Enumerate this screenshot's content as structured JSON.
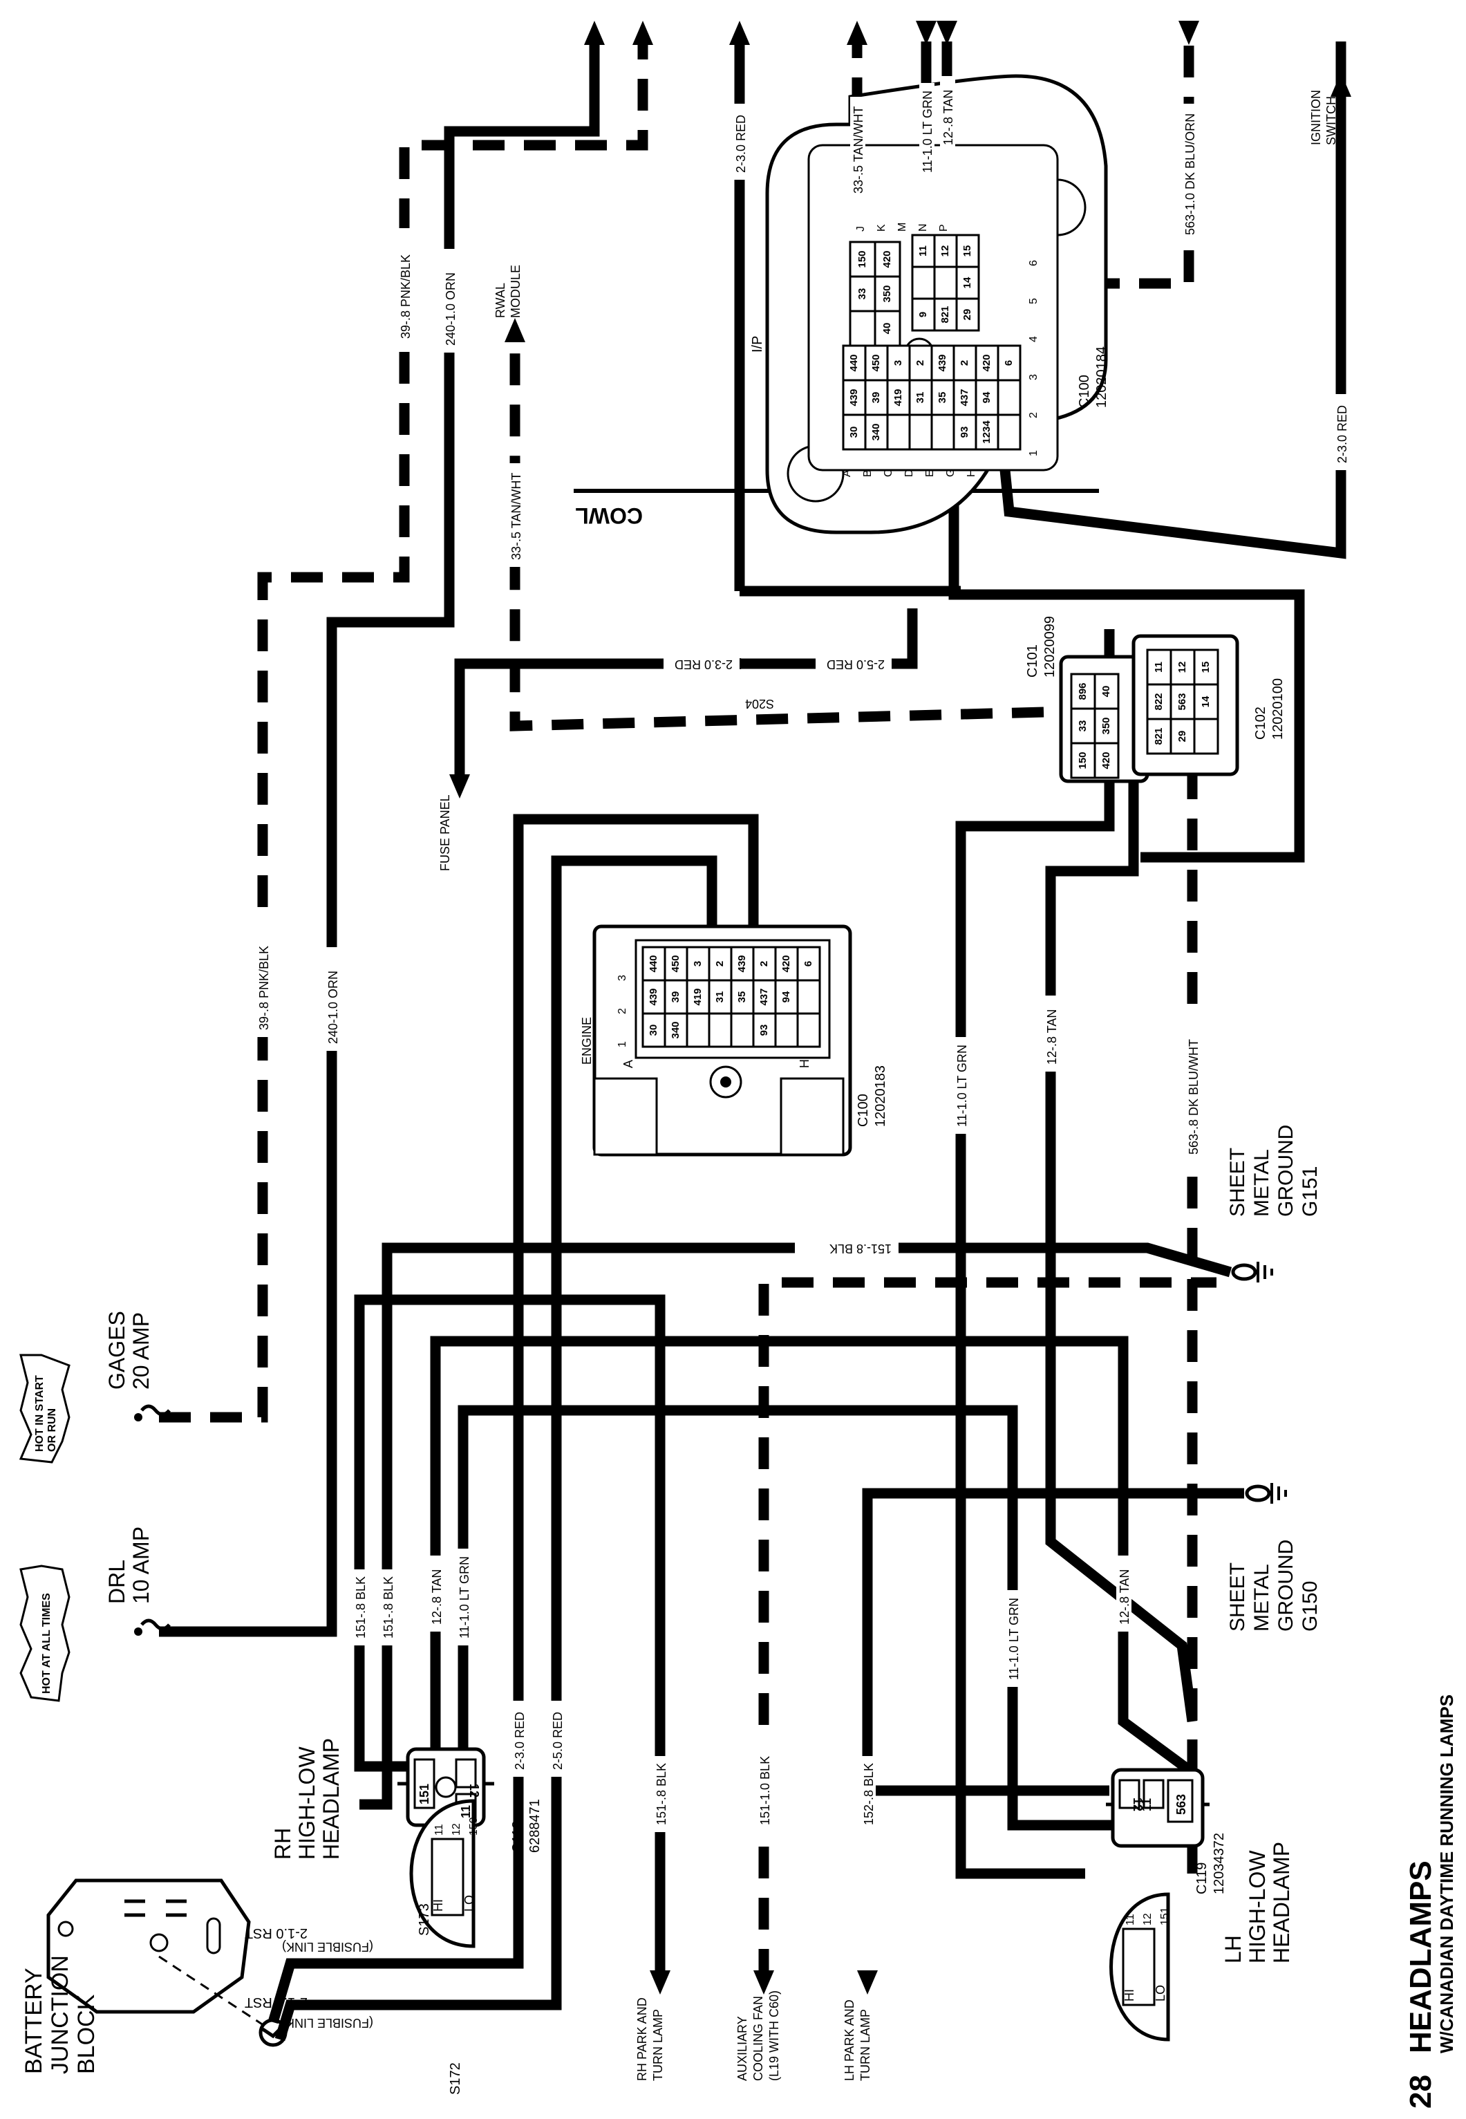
{
  "page": {
    "page_number": "28",
    "title": "HEADLAMPS",
    "subtitle": "W/CANADIAN DAYTIME RUNNING LAMPS"
  },
  "fuses": {
    "drl": {
      "badge": "HOT AT ALL TIMES",
      "name": "DRL",
      "rating": "10 AMP"
    },
    "gages": {
      "badge_line1": "HOT IN START",
      "badge_line2": "OR RUN",
      "name": "GAGES",
      "rating": "20 AMP"
    }
  },
  "battery": {
    "line1": "BATTERY",
    "line2": "JUNCTION",
    "line3": "BLOCK",
    "link1": "2-1.0 RST",
    "link2": "2-1.0 RST",
    "fusible": "(FUSIBLE LINK)",
    "splice1": "S173",
    "splice2": "S172"
  },
  "rh_headlamp": {
    "line1": "RH",
    "line2": "HIGH-LOW",
    "line3": "HEADLAMP",
    "connector": "C118",
    "part": "6288471",
    "pins": [
      "151",
      "12",
      "11"
    ],
    "bulb_hi": "HI",
    "bulb_lo": "LO",
    "bulb_pins": [
      "11",
      "12",
      "150"
    ]
  },
  "lh_headlamp": {
    "line1": "LH",
    "line2": "HIGH-LOW",
    "line3": "HEADLAMP",
    "connector": "C119",
    "part": "12034372",
    "pins": [
      "12",
      "11",
      "563"
    ],
    "bulb_hi": "HI",
    "bulb_lo": "LO",
    "bulb_pins": [
      "11",
      "12",
      "151"
    ]
  },
  "grounds": {
    "g151": {
      "line1": "SHEET",
      "line2": "METAL",
      "line3": "GROUND",
      "line4": "G151"
    },
    "g150": {
      "line1": "SHEET",
      "line2": "METAL",
      "line3": "GROUND",
      "line4": "G150"
    }
  },
  "bottom_labels": {
    "rh_park": [
      "RH PARK AND",
      "TURN LAMP"
    ],
    "aux_fan": [
      "AUXILIARY",
      "COOLING FAN",
      "(L19 WITH C60)"
    ],
    "lh_park": [
      "LH PARK AND",
      "TURN LAMP"
    ]
  },
  "wires": {
    "w240_a": "240-1.0 ORN",
    "w240_b": "240-1.0 ORN",
    "w39_a": "39-.8 PNK/BLK",
    "w39_b": "39-.8 PNK/BLK",
    "w151_top": "151-.8 BLK",
    "w151_a": "151-.8 BLK",
    "w151_b": "151-.8 BLK",
    "w151_c": "151-.8 BLK",
    "w151_fan": "151-1.0 BLK",
    "w152": "152-.8 BLK",
    "w12_a": "12-.8 TAN",
    "w12_b": "12-.8 TAN",
    "w12_c": "12-.8 TAN",
    "w12_d": "12-.8 TAN",
    "w11_a": "11-1.0 LT GRN",
    "w11_b": "11-1.0 LT GRN",
    "w11_c": "11-1.0 LT GRN",
    "w11_d": "11-1.0 LT GRN",
    "w2_30_a": "2-3.0 RED",
    "w2_30_b": "2-3.0 RED",
    "w2_30_c": "2-3.0 RED",
    "w2_30_d": "2-3.0 RED",
    "w2_50_a": "2-5.0 RED",
    "w2_50_b": "2-5.0 RED",
    "w33_a": "33-.5 TAN/WHT",
    "w33_b": "33-.5 TAN/WHT",
    "w563_a": "563-1.0 DK BLU/ORN",
    "w563_b": "563-.8 DK BLU/WHT"
  },
  "destinations": {
    "fuse_panel": "FUSE PANEL",
    "rwal_1": "RWAL",
    "rwal_2": "MODULE",
    "ign_1": "IGNITION",
    "ign_2": "SWITCH",
    "cowl": "COWL",
    "ip": "I/P",
    "engine": "ENGINE",
    "splice_s204": "S204"
  },
  "c100_ip": {
    "name": "C100",
    "part": "12020184",
    "rows_left": [
      "A",
      "B",
      "C",
      "D",
      "E",
      "G",
      "H"
    ],
    "rows_right": [
      "J",
      "K",
      "M",
      "N",
      "P"
    ],
    "cols": [
      "1",
      "2",
      "3",
      "4",
      "5",
      "6"
    ],
    "block_a": [
      [
        "440",
        "439",
        "30"
      ],
      [
        "450",
        "39",
        "340"
      ],
      [
        "3",
        "419",
        ""
      ],
      [
        "2",
        "31",
        ""
      ],
      [
        "439",
        "35",
        ""
      ]
    ],
    "block_b": [
      [
        "2",
        "437",
        "93"
      ],
      [
        "420",
        "94",
        "1234"
      ],
      [
        "6",
        "",
        ""
      ]
    ],
    "block_c": [
      [
        "150",
        "33",
        ""
      ],
      [
        "420",
        "350",
        "40"
      ]
    ],
    "block_d": [
      [
        "11",
        "",
        "9"
      ],
      [
        "12",
        "",
        "821"
      ],
      [
        "15",
        "14",
        "29"
      ]
    ]
  },
  "c100_engine": {
    "name": "C100",
    "part": "12020183",
    "row_a": "A",
    "row_h": "H",
    "cols": [
      "1",
      "2",
      "3"
    ],
    "cells": [
      [
        "440",
        "439",
        "30"
      ],
      [
        "450",
        "39",
        "340"
      ],
      [
        "3",
        "419",
        ""
      ],
      [
        "2",
        "31",
        ""
      ],
      [
        "439",
        "35",
        ""
      ],
      [
        "2",
        "437",
        "93"
      ],
      [
        "420",
        "94",
        ""
      ],
      [
        "6",
        "",
        ""
      ]
    ]
  },
  "c101": {
    "name": "C101",
    "part": "12020099",
    "cells": [
      [
        "896",
        "33",
        "150"
      ],
      [
        "40",
        "350",
        "420"
      ]
    ]
  },
  "c102": {
    "name": "C102",
    "part": "12020100",
    "cells": [
      [
        "11",
        "822",
        "821"
      ],
      [
        "12",
        "563",
        "29"
      ],
      [
        "15",
        "14",
        ""
      ]
    ]
  }
}
